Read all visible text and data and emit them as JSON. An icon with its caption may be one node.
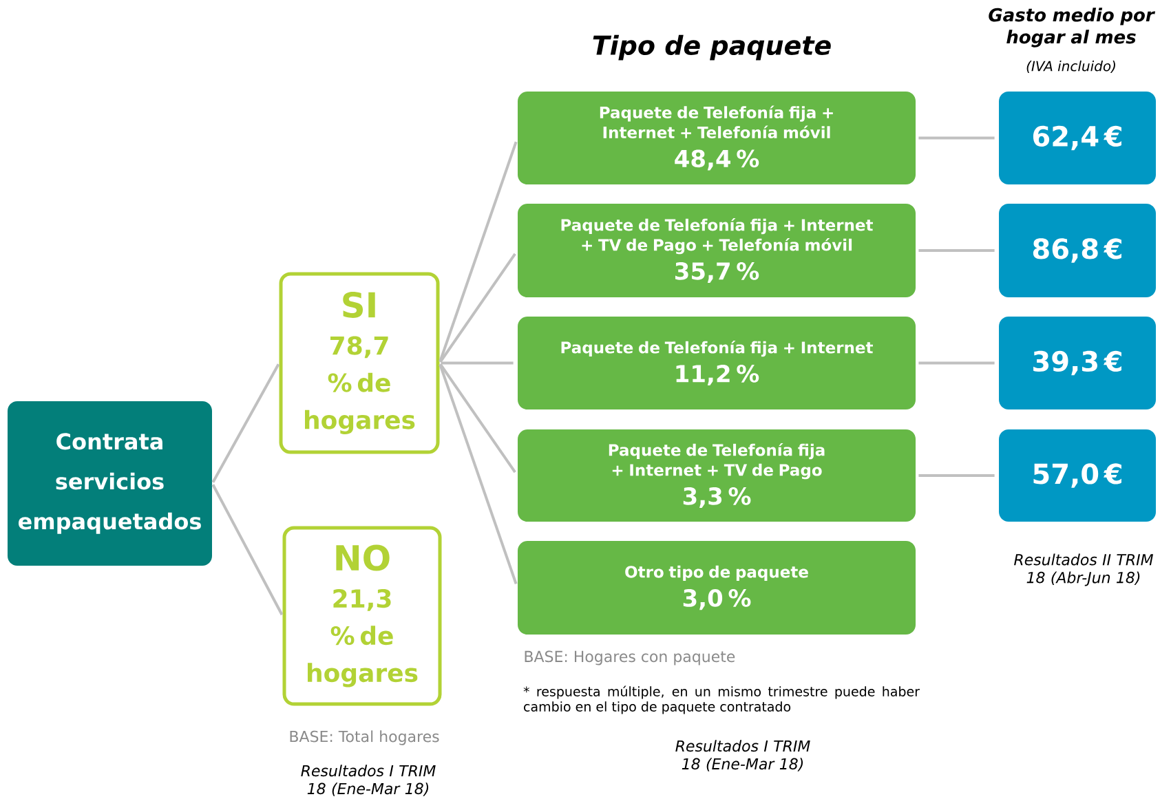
{
  "diagram": {
    "title": "Tipo de paquete",
    "nodes": [
      {
        "text": [
          "Contrata servicios empaquetados"
        ]
      },
      {
        "text": [
          "SI",
          "78,7 % de hogares"
        ]
      },
      {
        "text": [
          "NO",
          "21,3 % de hogares"
        ]
      },
      {
        "text": [
          "Paquete de Telefonía fija + Internet + Telefonía móvil",
          "48,4 %"
        ]
      },
      {
        "text": [
          "Paquete de Telefonía fija + Internet + TV de Pago + Telefonía móvil",
          "35,7 %"
        ]
      },
      {
        "text": [
          "Paquete de Telefonía fija + Internet",
          "11,2 %"
        ]
      },
      {
        "text": [
          "Paquete de Telefonía fija + Internet + TV de Pago",
          "3,3 %"
        ]
      },
      {
        "text": [
          "Otro tipo de paquete",
          "3,0 %"
        ]
      },
      {
        "text": [
          "62,4 €"
        ]
      },
      {
        "text": [
          "86,8 €"
        ]
      },
      {
        "text": [
          "39,3 €"
        ]
      },
      {
        "text": [
          "57,0 €"
        ]
      }
    ],
    "edges": [
      {
        "from": 0,
        "to": 1,
        "arrow": "none"
      },
      {
        "from": 0,
        "to": 2,
        "arrow": "none"
      },
      {
        "from": 1,
        "to": 3,
        "arrow": "none"
      },
      {
        "from": 1,
        "to": 4,
        "arrow": "none"
      },
      {
        "from": 1,
        "to": 5,
        "arrow": "none"
      },
      {
        "from": 1,
        "to": 6,
        "arrow": "none"
      },
      {
        "from": 1,
        "to": 7,
        "arrow": "none"
      },
      {
        "from": 3,
        "to": 8,
        "arrow": "none"
      },
      {
        "from": 4,
        "to": 9,
        "arrow": "none"
      },
      {
        "from": 5,
        "to": 10,
        "arrow": "none"
      },
      {
        "from": 6,
        "to": 11,
        "arrow": "none"
      }
    ],
    "labels": [
      "Gasto medio por hogar al mes",
      "(IVA incluido)",
      "BASE: Total hogares",
      "Resultados I TRIM 18 (Ene-Mar 18)",
      "BASE: Hogares con paquete",
      "* respuesta múltiple, en un mismo trimestre puede haber cambio en el tipo de paquete contratado",
      "Resultados I TRIM 18 (Ene-Mar 18)",
      "Resultados II TRIM 18 (Abr-Jun 18)"
    ]
  }
}
